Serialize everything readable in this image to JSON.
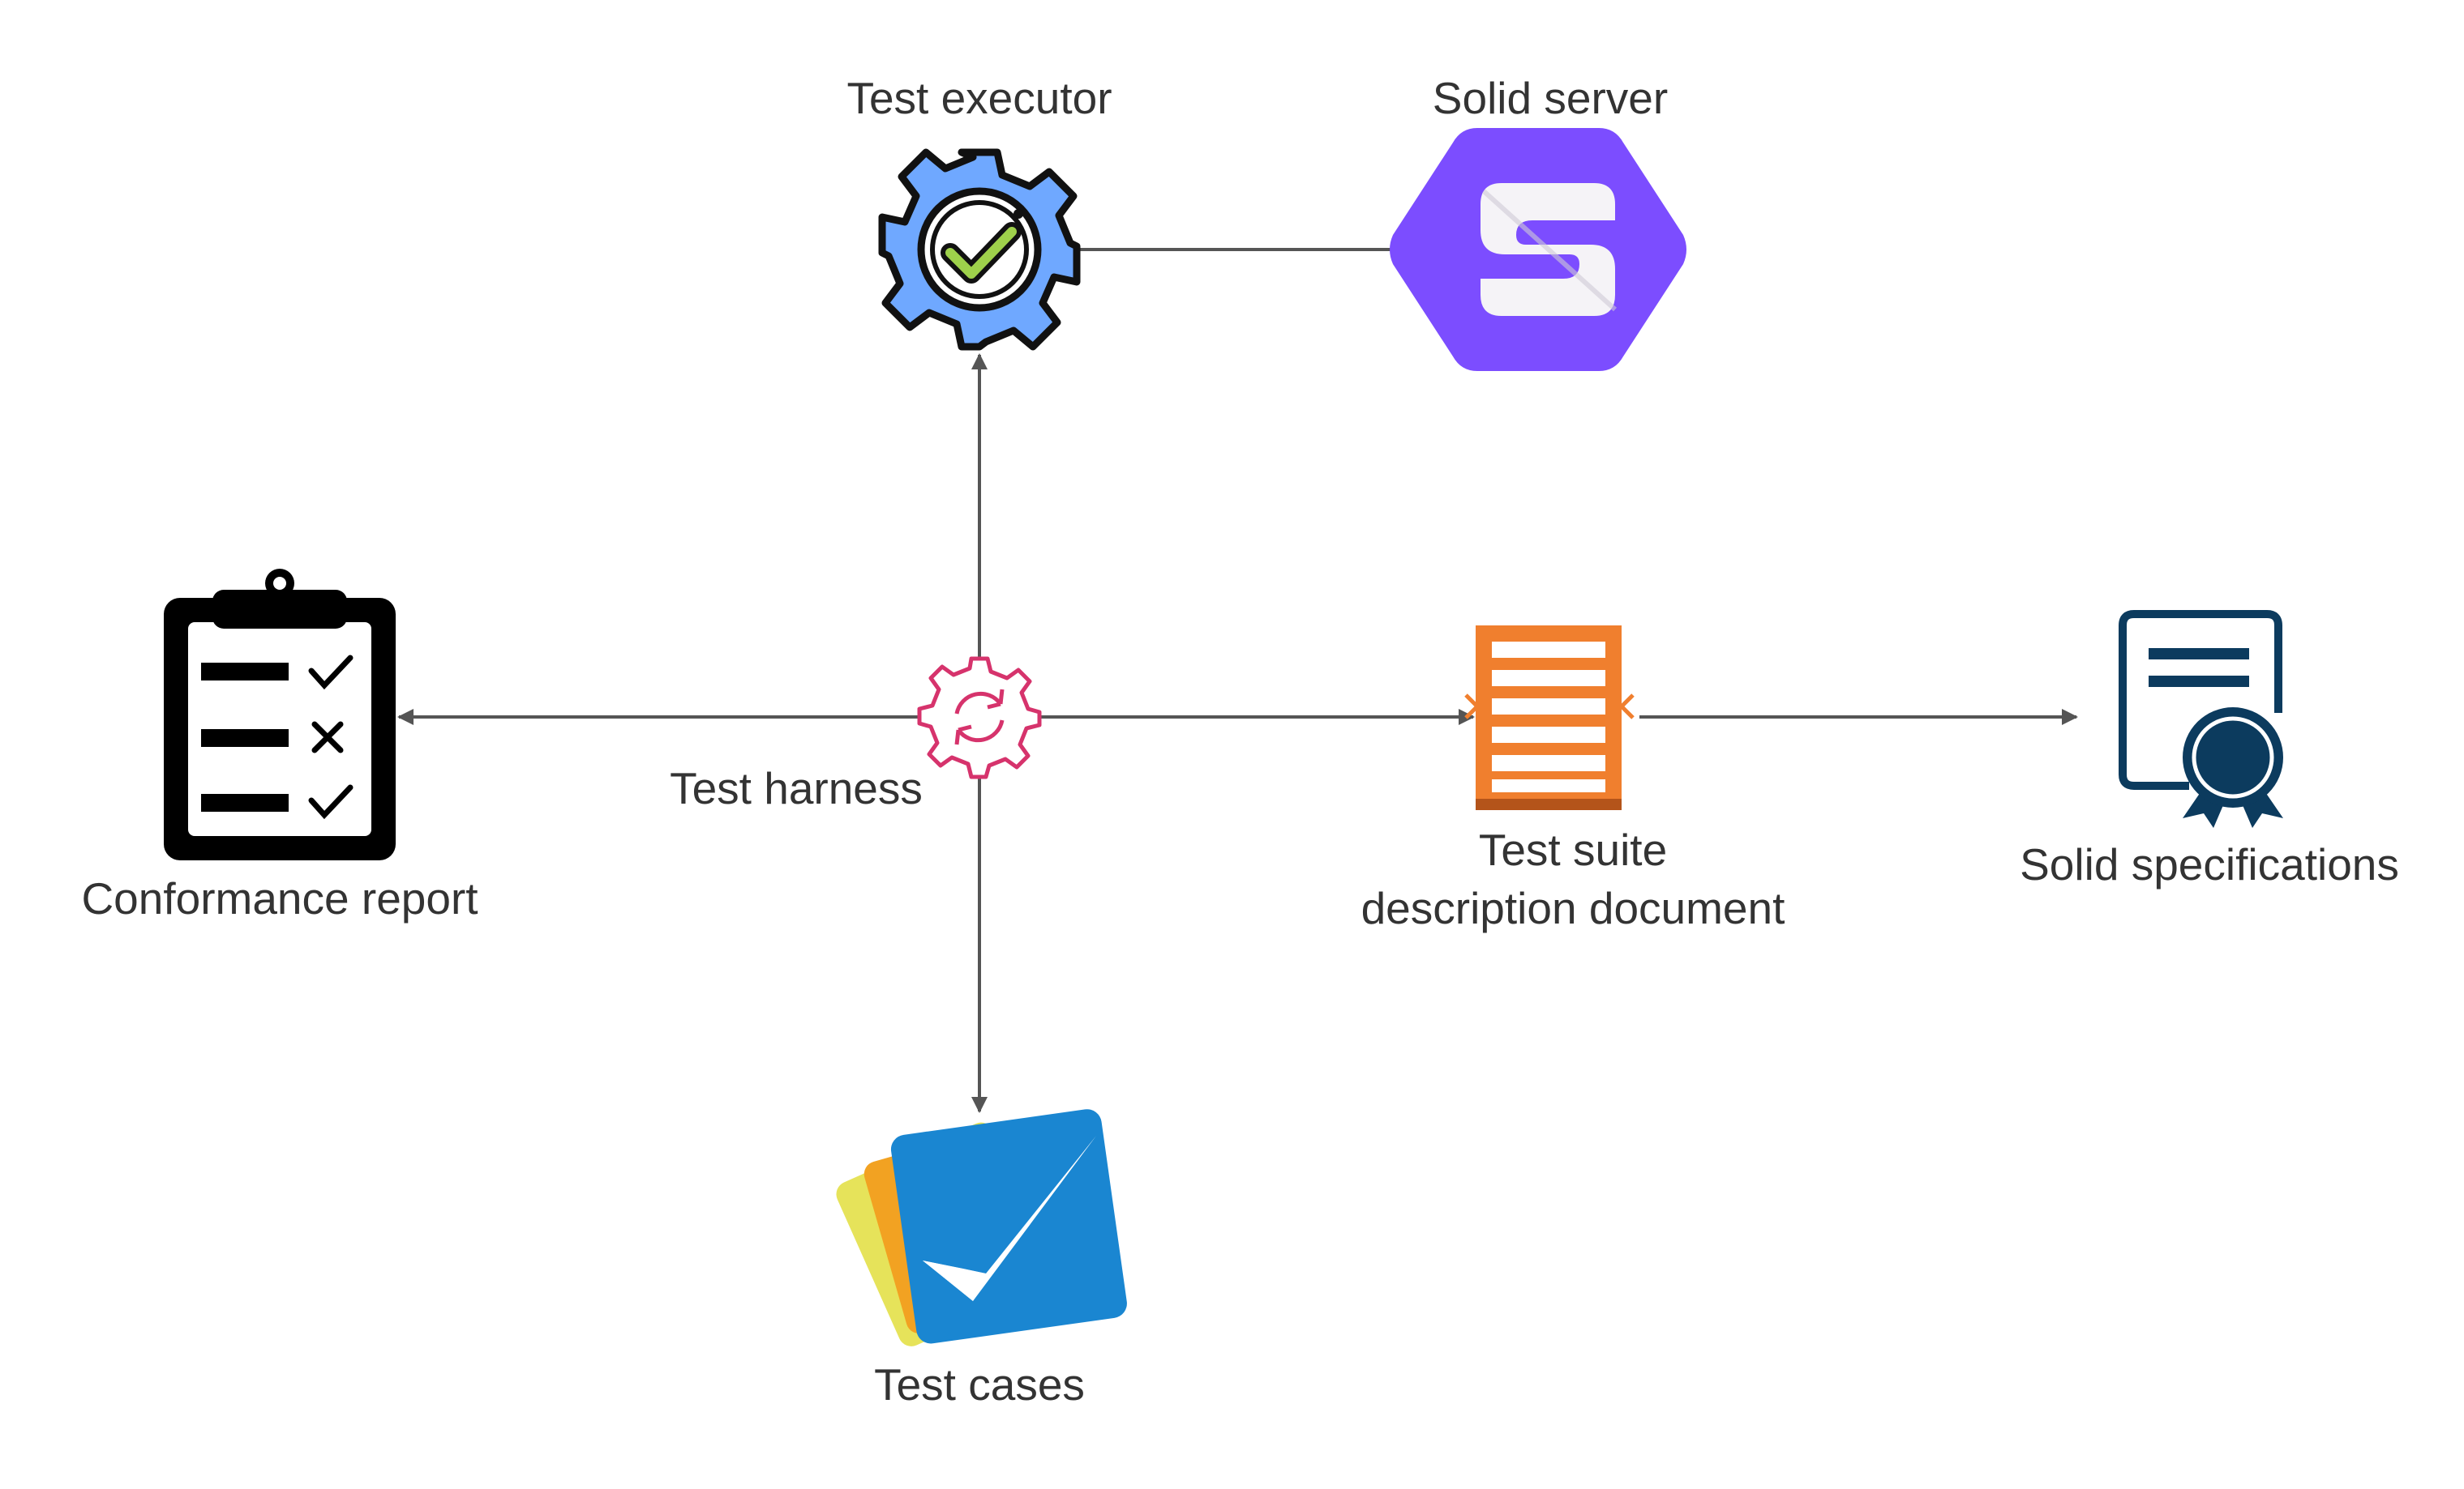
{
  "nodes": {
    "test_executor": {
      "label": "Test executor"
    },
    "solid_server": {
      "label": "Solid server"
    },
    "test_harness": {
      "label": "Test harness"
    },
    "conformance_report": {
      "label": "Conformance report"
    },
    "test_suite_doc": {
      "label_line1": "Test suite",
      "label_line2": "description document"
    },
    "solid_specifications": {
      "label": "Solid specifications"
    },
    "test_cases": {
      "label": "Test cases"
    }
  },
  "edges": [
    {
      "from": "test_harness",
      "to": "test_executor"
    },
    {
      "from": "test_executor",
      "to": "solid_server"
    },
    {
      "from": "test_harness",
      "to": "conformance_report"
    },
    {
      "from": "test_harness",
      "to": "test_suite_doc"
    },
    {
      "from": "test_suite_doc",
      "to": "solid_specifications"
    },
    {
      "from": "test_harness",
      "to": "test_cases"
    }
  ],
  "colors": {
    "edge": "#555555",
    "label": "#333333",
    "gear_blue": "#6fa8ff",
    "check_green": "#9ed14b",
    "solid_purple": "#7c4dff",
    "harness_pink": "#d6336c",
    "doc_orange": "#f07f2e",
    "doc_orange_dark": "#b4541a",
    "spec_navy": "#0c3b5e",
    "cards_blue": "#1a86d1",
    "cards_orange": "#f2a222",
    "cards_yellow": "#e6e35a"
  }
}
